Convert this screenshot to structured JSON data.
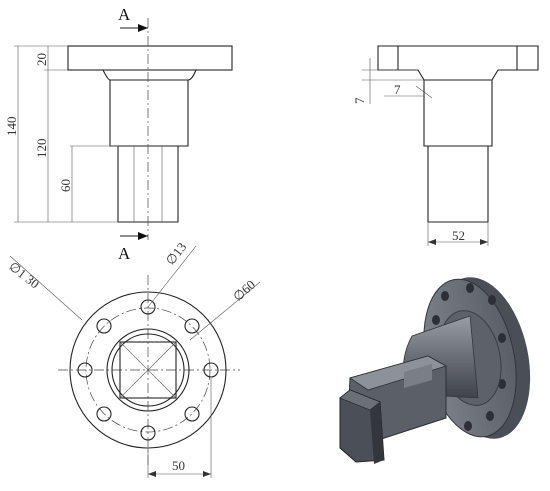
{
  "section_labels": {
    "top": "A",
    "bottom": "A"
  },
  "front_view": {
    "dim_140": "140",
    "dim_20": "20",
    "dim_120": "120",
    "dim_60": "60"
  },
  "section_view": {
    "dim_7_vertical": "7",
    "dim_7_horizontal": "7",
    "dim_52": "52"
  },
  "plan_view": {
    "dia_130": "∅1 30",
    "dia_13": "∅13",
    "dia_60": "∅60",
    "dim_50": "50"
  },
  "colors": {
    "line": "#222222",
    "hatch": "#333333",
    "render_body": "#6c7078",
    "render_dark": "#3e4149"
  }
}
